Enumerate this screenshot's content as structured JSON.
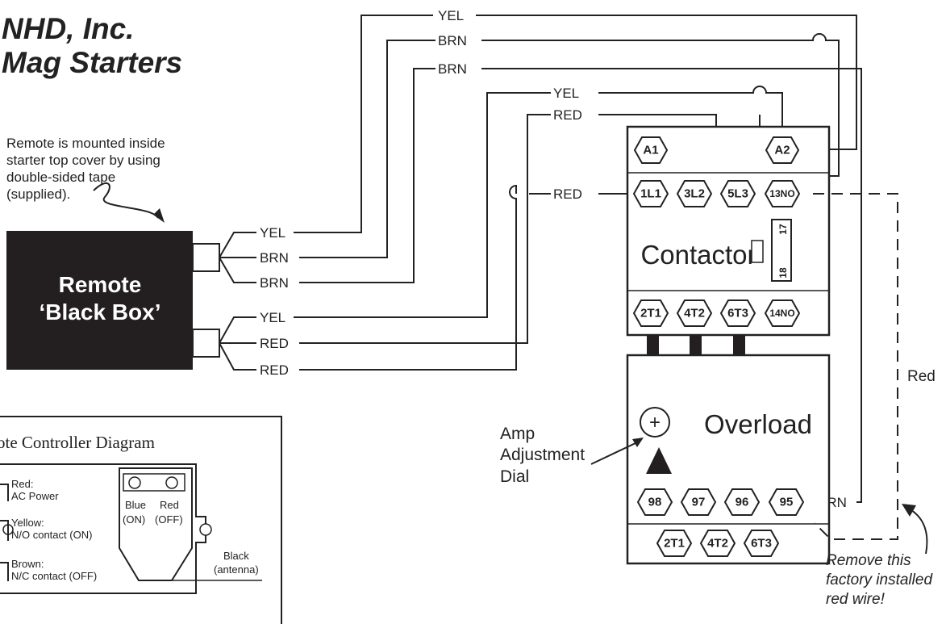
{
  "title": {
    "line1": "NHD, Inc.",
    "line2": "Mag Starters"
  },
  "remote_note": {
    "lines": [
      "Remote is mounted inside",
      "starter top cover by using",
      "double-sided tape",
      "(supplied)."
    ]
  },
  "remote_box": {
    "line1": "Remote",
    "line2": "‘Black Box’"
  },
  "wires": {
    "remote_top": [
      "YEL",
      "BRN",
      "BRN"
    ],
    "remote_bottom": [
      "YEL",
      "RED",
      "RED"
    ],
    "top_run": [
      "YEL",
      "BRN",
      "BRN",
      "YEL",
      "RED"
    ],
    "to_1L1": "RED",
    "to_95": "BRN",
    "jumper_label": "Red"
  },
  "contactor": {
    "label": "Contactor",
    "top_row": [
      "A1",
      "A2"
    ],
    "line_row": [
      "1L1",
      "3L2",
      "5L3",
      "13NO"
    ],
    "load_row": [
      "2T1",
      "4T2",
      "6T3",
      "14NO"
    ],
    "aux_labels": [
      "17",
      "18"
    ]
  },
  "overload": {
    "label": "Overload",
    "dial_symbol": "+",
    "contacts": [
      "98",
      "97",
      "96",
      "95"
    ],
    "bottom_row": [
      "2T1",
      "4T2",
      "6T3"
    ]
  },
  "amp_dial_note": {
    "lines": [
      "Amp",
      "Adjustment",
      "Dial"
    ]
  },
  "remove_note": {
    "lines": [
      "Remove this",
      "factory installed",
      "red wire!"
    ]
  },
  "inset": {
    "title": "ote Controller Diagram",
    "wires": [
      {
        "label": "Red:",
        "desc": "AC Power"
      },
      {
        "label": "Yellow:",
        "desc": "N/O contact (ON)"
      },
      {
        "label": "Brown:",
        "desc": "N/C contact (OFF)"
      }
    ],
    "buttons": [
      "Blue",
      "Red"
    ],
    "button_states": [
      "(ON)",
      "(OFF)"
    ],
    "antenna": {
      "line1": "Black",
      "line2": "(antenna)"
    }
  }
}
